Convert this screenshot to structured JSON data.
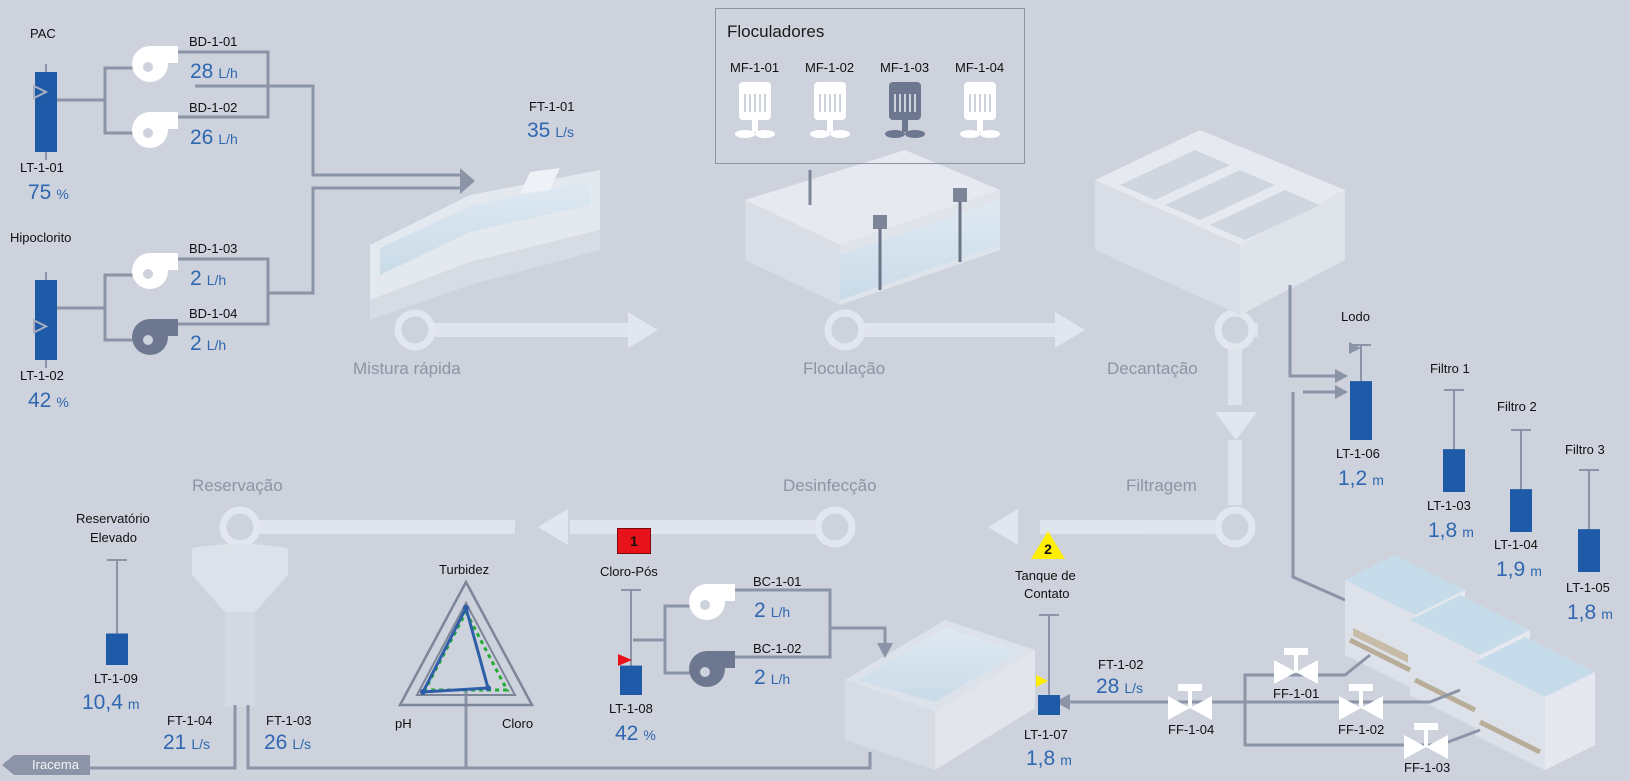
{
  "colors": {
    "background": "#cdd2dc",
    "pipe": "#8c95a8",
    "value_blue": "#2f68b0",
    "tank_fill": "#1f5aa8",
    "pump_on": "#ffffff",
    "pump_off": "#6d7890",
    "alarm_red": "#e8121a",
    "alarm_yellow": "#ffee00"
  },
  "dosing": {
    "pac": {
      "label": "PAC",
      "level_tag": "LT-1-01",
      "level_value": "75",
      "level_unit": "%",
      "level_fraction": 0.75
    },
    "hipoclorito": {
      "label": "Hipoclorito",
      "level_tag": "LT-1-02",
      "level_value": "42",
      "level_unit": "%",
      "level_fraction": 0.42
    },
    "pumps": [
      {
        "tag": "BD-1-01",
        "value": "28",
        "unit": "L/h",
        "state": "on"
      },
      {
        "tag": "BD-1-02",
        "value": "26",
        "unit": "L/h",
        "state": "on"
      },
      {
        "tag": "BD-1-03",
        "value": "2",
        "unit": "L/h",
        "state": "on"
      },
      {
        "tag": "BD-1-04",
        "value": "2",
        "unit": "L/h",
        "state": "off"
      }
    ]
  },
  "flow_ft101": {
    "tag": "FT-1-01",
    "value": "35",
    "unit": "L/s"
  },
  "floculadores": {
    "title": "Floculadores",
    "mixers": [
      {
        "tag": "MF-1-01",
        "state": "on"
      },
      {
        "tag": "MF-1-02",
        "state": "on"
      },
      {
        "tag": "MF-1-03",
        "state": "off"
      },
      {
        "tag": "MF-1-04",
        "state": "on"
      }
    ]
  },
  "stages": {
    "mistura": "Mistura rápida",
    "floculacao": "Floculação",
    "decantacao": "Decantação",
    "filtragem": "Filtragem",
    "desinfeccao": "Desinfecção",
    "reservacao": "Reservação"
  },
  "lodo": {
    "label": "Lodo",
    "tag": "LT-1-06",
    "value": "1,2",
    "unit": "m",
    "level_fraction": 0.62
  },
  "filtros": [
    {
      "label": "Filtro 1",
      "tag": "LT-1-03",
      "value": "1,8",
      "unit": "m",
      "level_fraction": 0.42
    },
    {
      "label": "Filtro 2",
      "tag": "LT-1-04",
      "value": "1,9",
      "unit": "m",
      "level_fraction": 0.42
    },
    {
      "label": "Filtro 3",
      "tag": "LT-1-05",
      "value": "1,8",
      "unit": "m",
      "level_fraction": 0.42
    }
  ],
  "valves": [
    {
      "tag": "FF-1-01"
    },
    {
      "tag": "FF-1-02"
    },
    {
      "tag": "FF-1-03"
    },
    {
      "tag": "FF-1-04"
    }
  ],
  "ft102": {
    "tag": "FT-1-02",
    "value": "28",
    "unit": "L/s"
  },
  "contato": {
    "label_line1": "Tanque de",
    "label_line2": "Contato",
    "tag": "LT-1-07",
    "value": "1,8",
    "unit": "m",
    "alarm": "2",
    "level_fraction": 0.2
  },
  "cloro_pos": {
    "label": "Cloro-Pós",
    "tag": "LT-1-08",
    "value": "42",
    "unit": "%",
    "alarm": "1",
    "level_fraction": 0.28
  },
  "chlorine_pumps": [
    {
      "tag": "BC-1-01",
      "value": "2",
      "unit": "L/h",
      "state": "on"
    },
    {
      "tag": "BC-1-02",
      "value": "2",
      "unit": "L/h",
      "state": "off"
    }
  ],
  "quality": {
    "top": "Turbidez",
    "left": "pH",
    "right": "Cloro"
  },
  "reservatorio": {
    "label_line1": "Reservatório",
    "label_line2": "Elevado",
    "tag": "LT-1-09",
    "value": "10,4",
    "unit": "m",
    "level_fraction": 0.3
  },
  "ft104": {
    "tag": "FT-1-04",
    "value": "21",
    "unit": "L/s"
  },
  "ft103": {
    "tag": "FT-1-03",
    "value": "26",
    "unit": "L/s"
  },
  "outlet": {
    "label": "Iracema"
  }
}
